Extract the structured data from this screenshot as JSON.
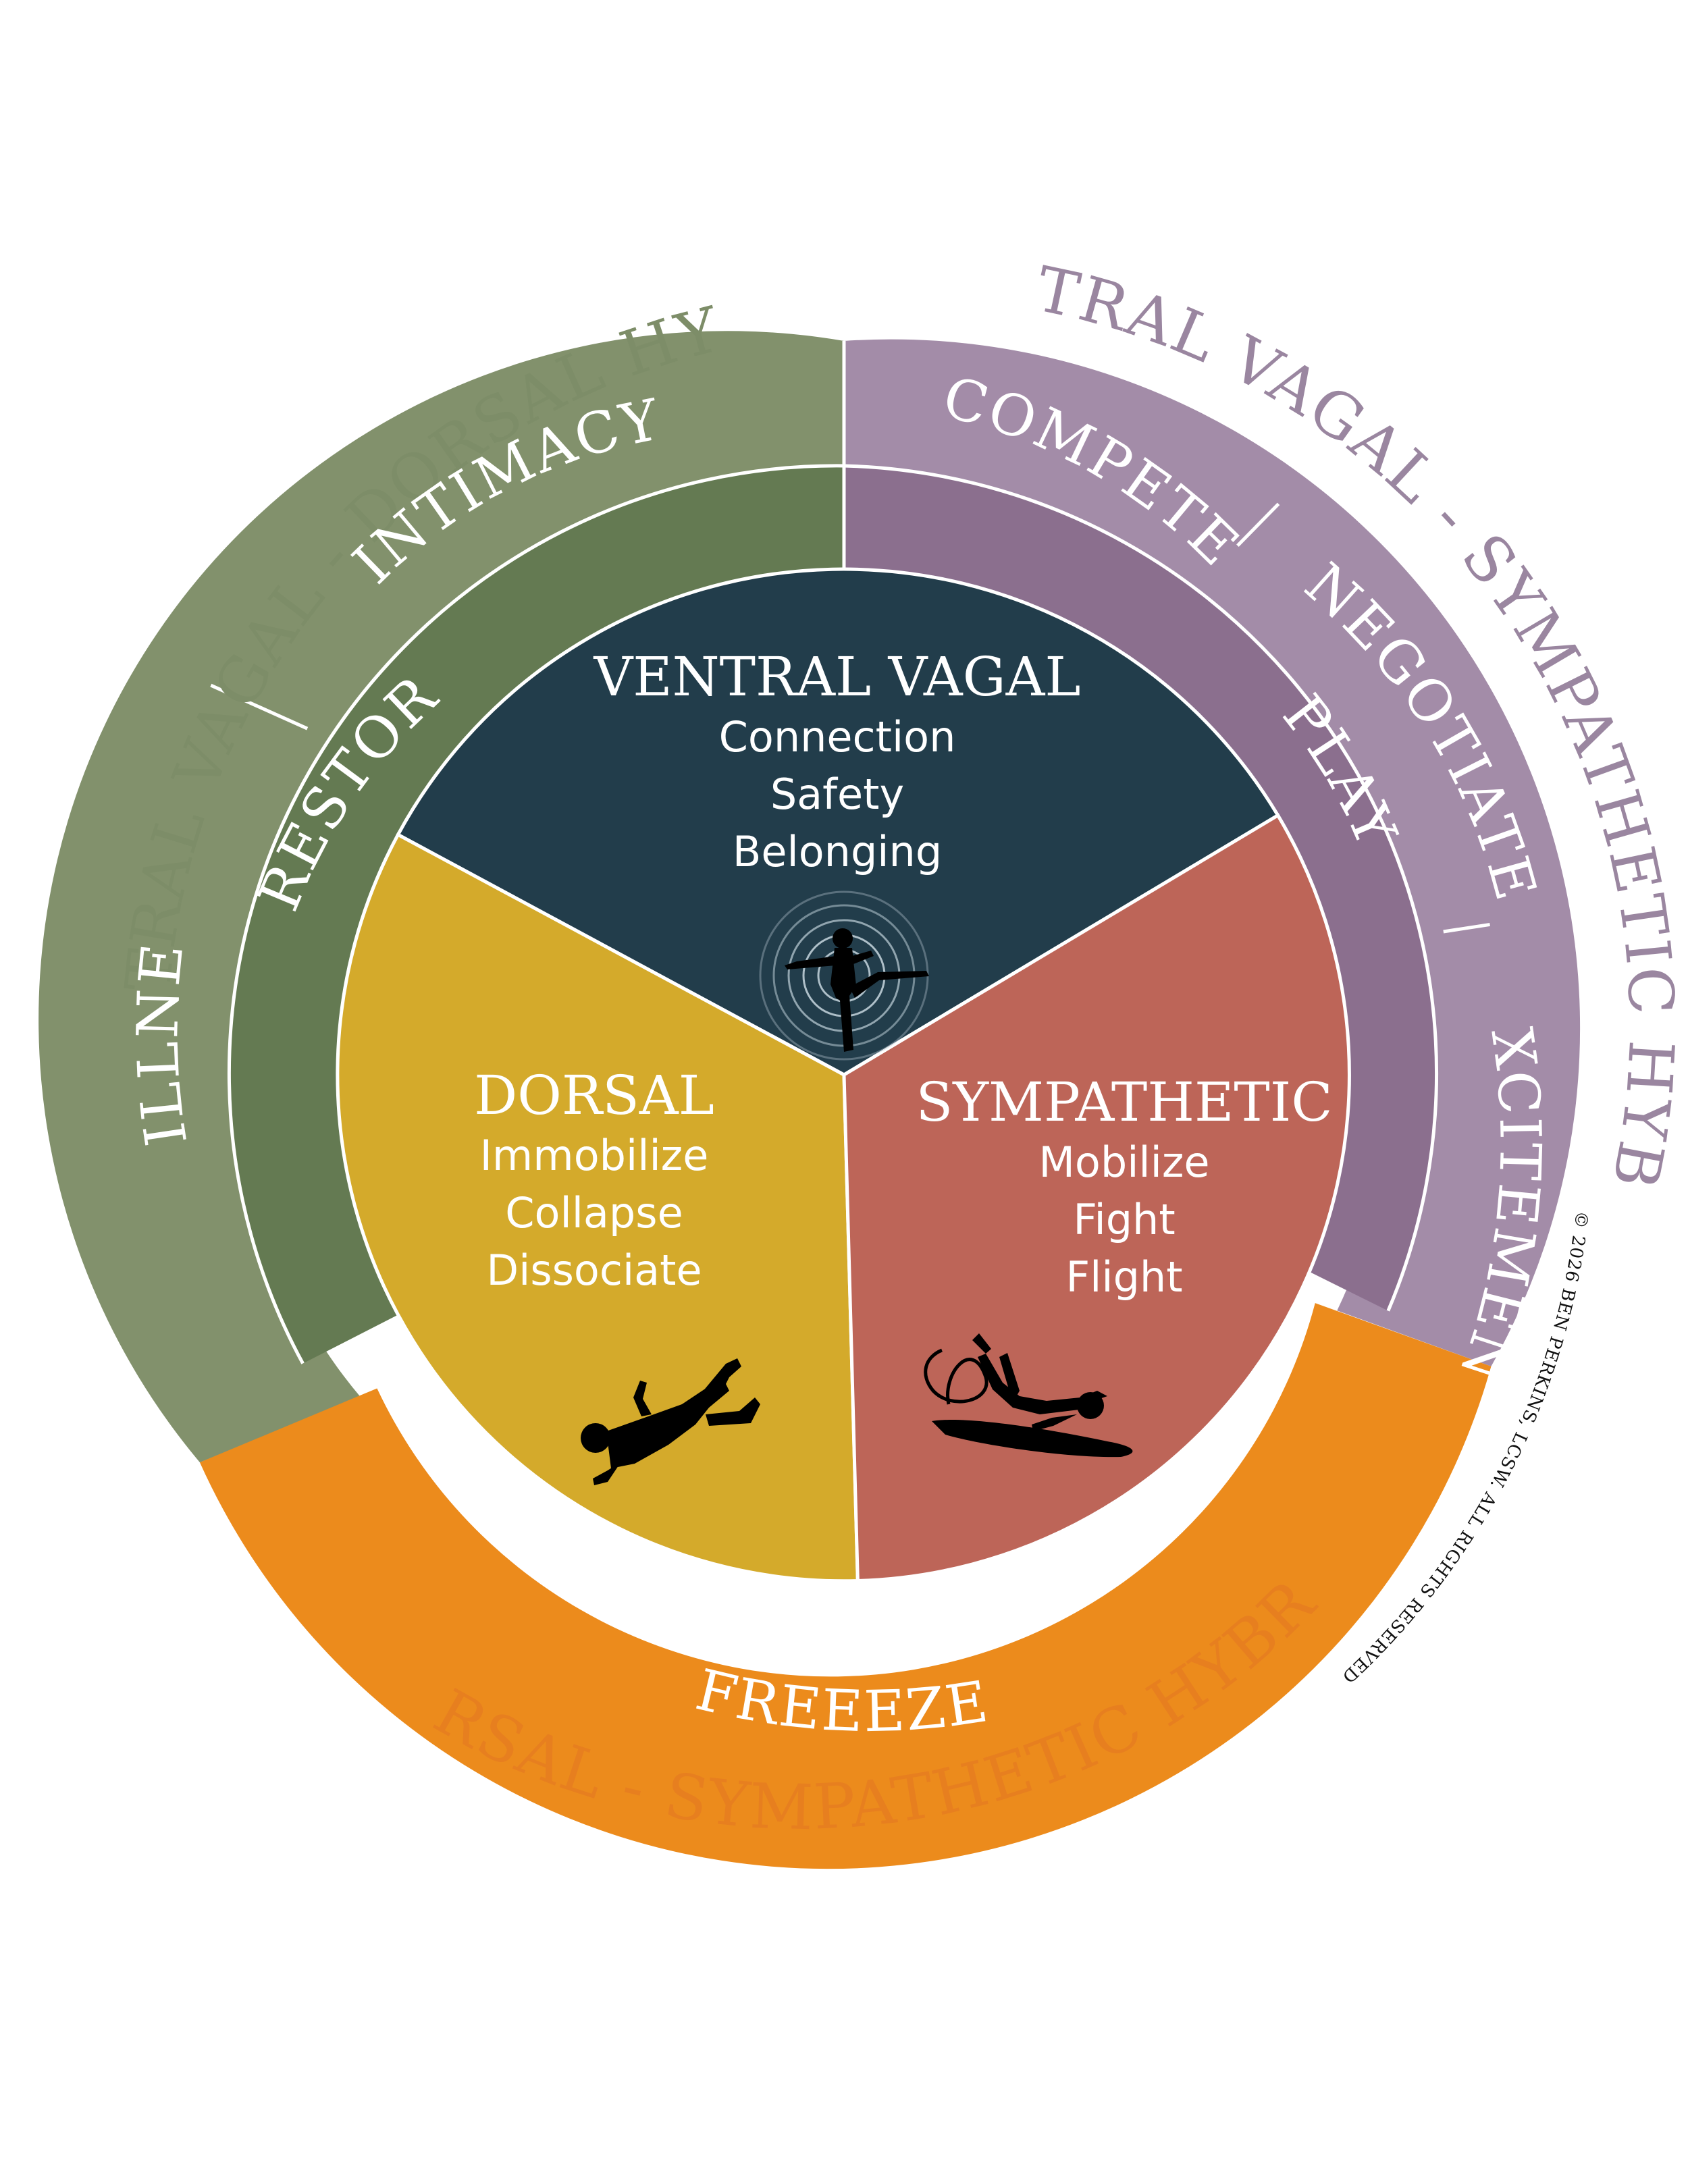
{
  "colors": {
    "ventral": "#223d4b",
    "dorsal": "#d4aa2b",
    "sympathetic": "#bd6558",
    "green_outer": "#82916c",
    "green_inner": "#647a52",
    "purple_outer": "#a38ca8",
    "purple_inner": "#8b6f8e",
    "orange": "#ec8b1c",
    "green_text": "#7d8d68",
    "purple_text": "#9a86a0",
    "orange_text": "#e77f1f"
  },
  "hybrids": {
    "green": "VENTRAL VAGAL - DORSAL HYBRID",
    "purple": "VENTRAL VAGAL - SYMPATHETIC HYBRID",
    "orange": "DORSAL - SYMPATHETIC HYBRID"
  },
  "green_ring": {
    "outer": [
      "INTIMACY",
      "STILLNESS"
    ],
    "inner": "RESTORE"
  },
  "purple_ring": {
    "outer": [
      "COMPETE",
      "NEGOTIATE",
      "EXCITEMENT"
    ],
    "inner": "PLAY"
  },
  "freeze": "FREEEZE",
  "core": {
    "ventral": {
      "title": "VENTRAL VAGAL",
      "lines": [
        "Connection",
        "Safety",
        "Belonging"
      ],
      "icon": "balancing-person-icon"
    },
    "dorsal": {
      "title": "DORSAL",
      "lines": [
        "Immobilize",
        "Collapse",
        "Dissociate"
      ],
      "icon": "falling-person-icon"
    },
    "sympathetic": {
      "title": "SYMPATHETIC",
      "lines": [
        "Mobilize",
        "Fight",
        "Flight"
      ],
      "icon": "surfer-wipeout-icon"
    }
  },
  "copyright": "© 2026 BEN PERKINS, LCSW. ALL RIGHTS RESERVED"
}
